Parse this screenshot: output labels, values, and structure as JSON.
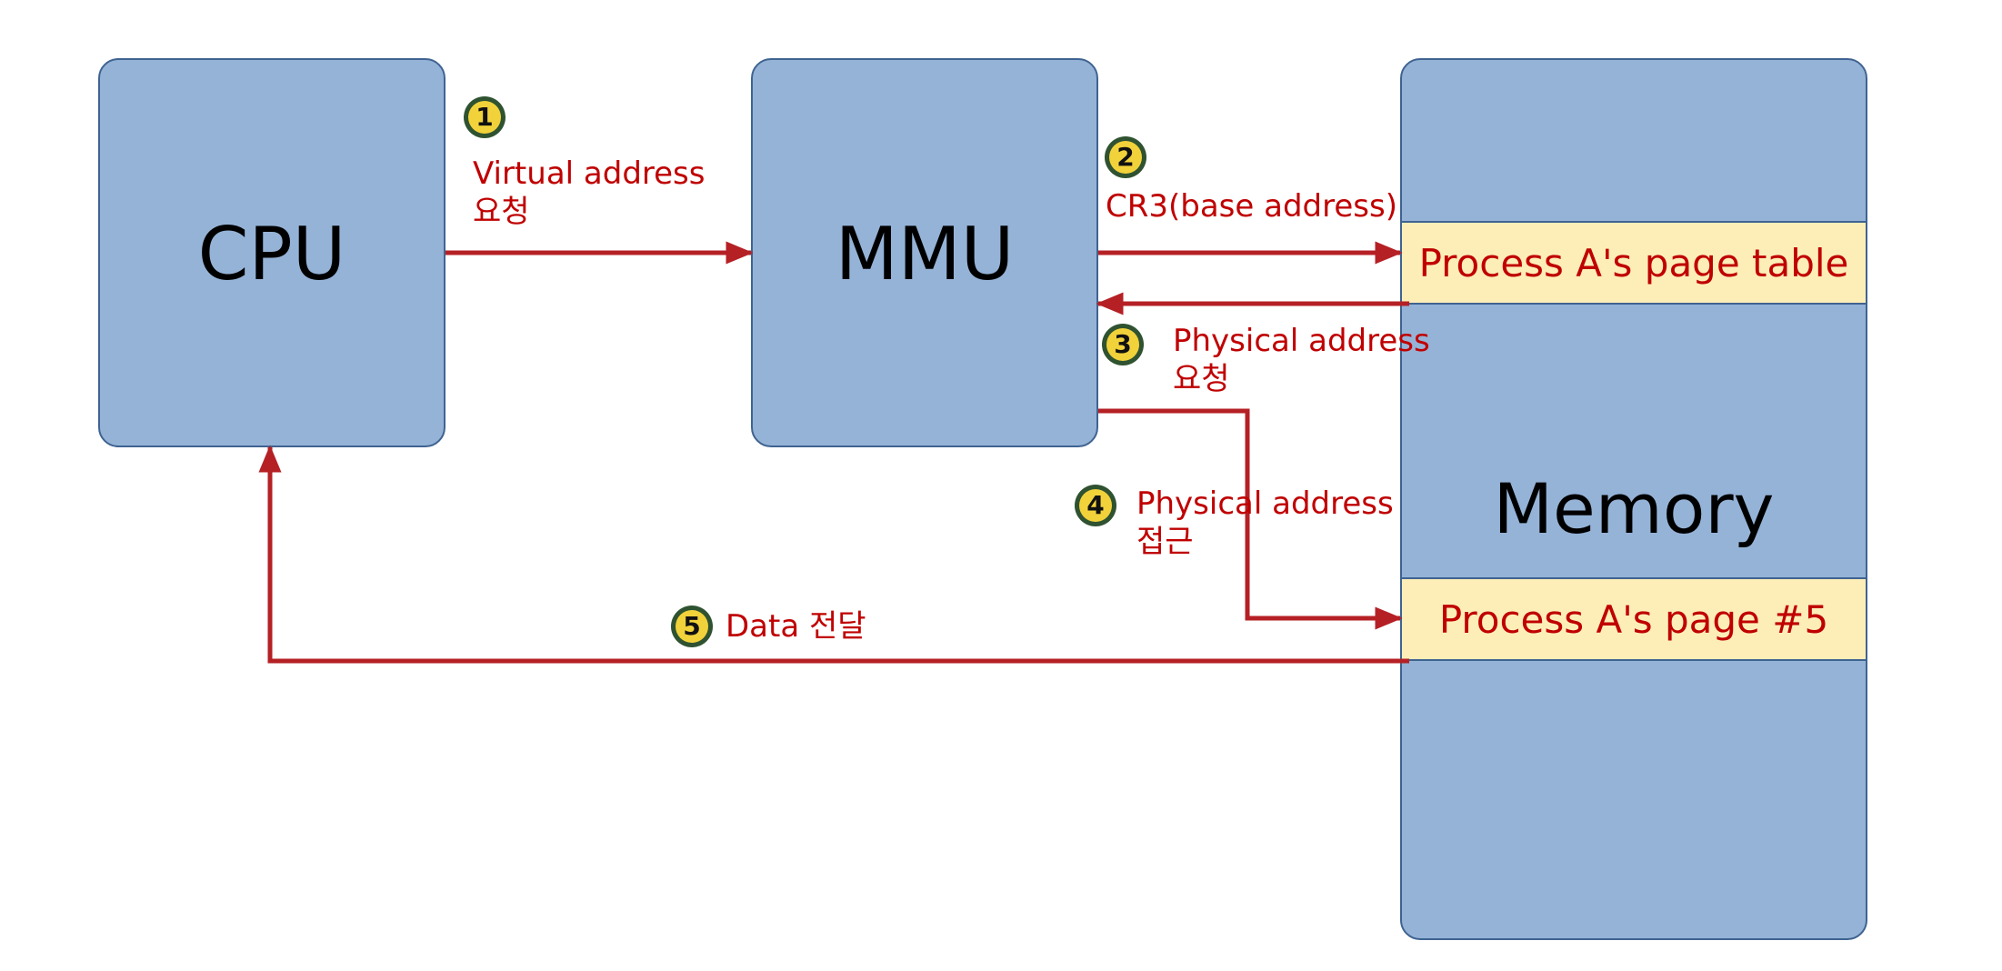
{
  "nodes": {
    "cpu": "CPU",
    "mmu": "MMU",
    "memory": "Memory",
    "page_table": "Process A's page table",
    "page5": "Process A's page #5"
  },
  "steps": [
    {
      "num": "1",
      "line1": "Virtual address",
      "line2": "요청"
    },
    {
      "num": "2",
      "line1": "CR3(base address)",
      "line2": ""
    },
    {
      "num": "3",
      "line1": "Physical address",
      "line2": "요청"
    },
    {
      "num": "4",
      "line1": "Physical address",
      "line2": "접근"
    },
    {
      "num": "5",
      "line1": "Data 전달",
      "line2": ""
    }
  ],
  "colors": {
    "box_fill": "#95b3d7",
    "box_border": "#3f6391",
    "band_fill": "#fdeeb8",
    "arrow": "#b52025",
    "badge_fill": "#f2d23a",
    "badge_ring": "#2f5231"
  }
}
